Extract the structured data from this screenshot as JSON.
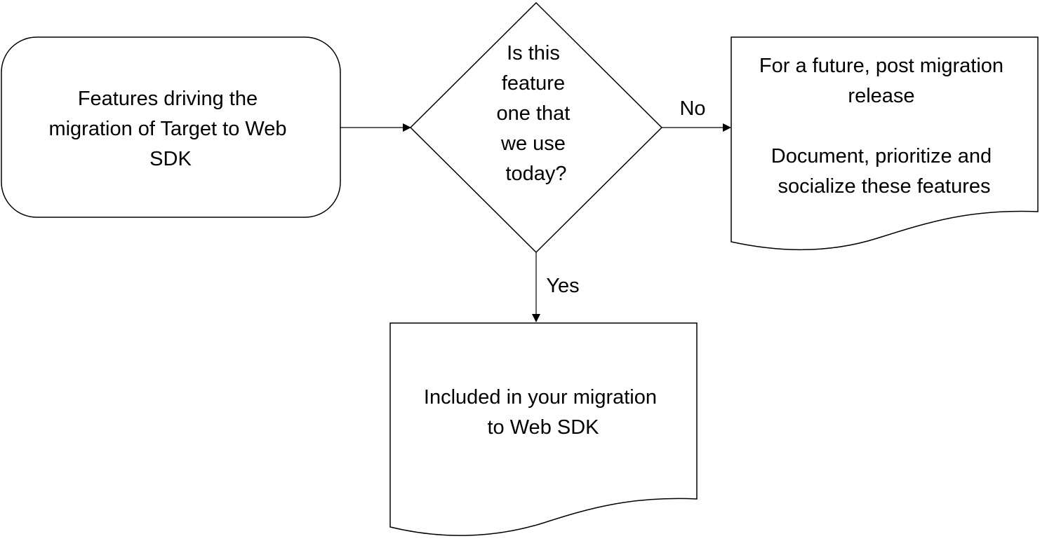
{
  "nodes": {
    "start": {
      "lines": [
        "Features driving the",
        "migration of Target to Web",
        "SDK"
      ]
    },
    "decision": {
      "lines": [
        "Is this",
        "feature",
        "one that",
        "we use",
        "today?"
      ]
    },
    "no_outcome": {
      "lines": [
        "For a future, post migration",
        "release",
        "",
        "Document, prioritize and",
        "socialize these features"
      ]
    },
    "yes_outcome": {
      "lines": [
        "Included in your migration",
        "to Web SDK"
      ]
    }
  },
  "edges": {
    "no_label": "No",
    "yes_label": "Yes"
  },
  "colors": {
    "stroke": "#000000",
    "fill": "#ffffff",
    "text": "#000000"
  }
}
